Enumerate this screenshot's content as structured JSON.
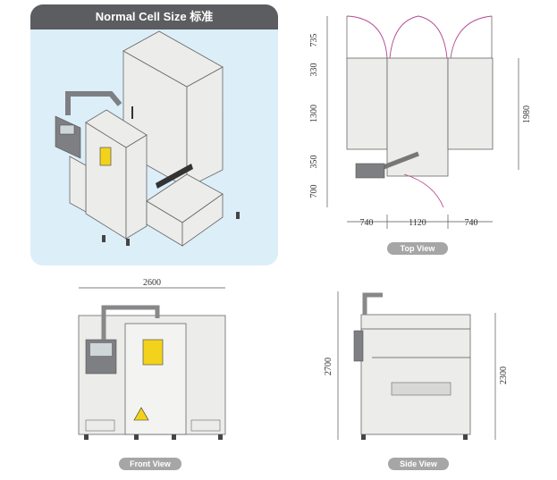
{
  "iso_panel": {
    "title": "Normal Cell Size 标准"
  },
  "top_view": {
    "label": "Top View",
    "dims_vertical": [
      "735",
      "330",
      "1300",
      "350",
      "700"
    ],
    "dim_total": "1980",
    "dims_horizontal": [
      "740",
      "1120",
      "740"
    ]
  },
  "front_view": {
    "label": "Front View",
    "width": "2600"
  },
  "side_view": {
    "label": "Side View",
    "height_left": "2700",
    "height_right": "2300"
  },
  "colors": {
    "header": "#5b5d60",
    "panel_bg": "#dceef8",
    "pill": "#a6a6a6",
    "door_arc": "#b24a8f",
    "window": "#f2d21b"
  }
}
